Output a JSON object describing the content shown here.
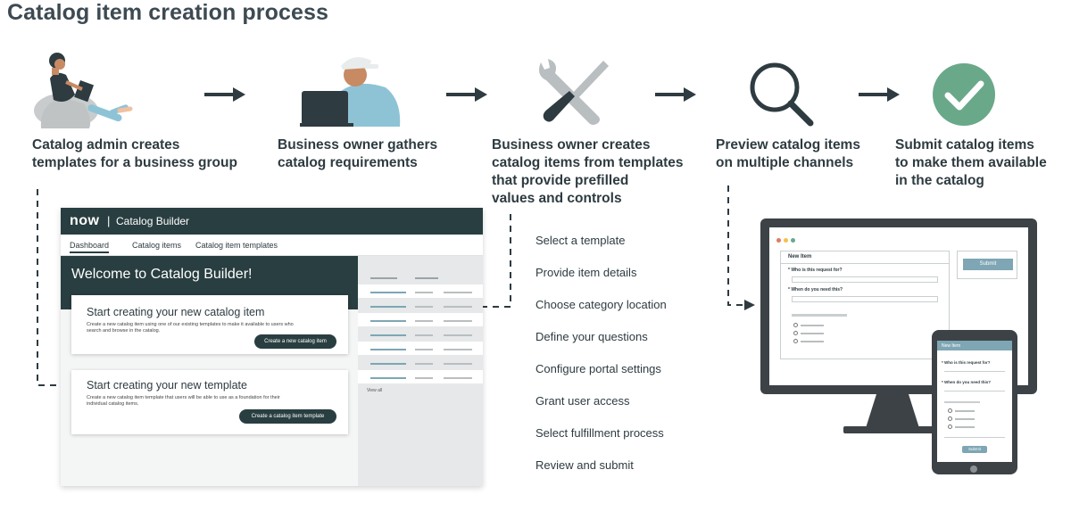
{
  "title": "Catalog item creation process",
  "colors": {
    "dark_teal": "#293e40",
    "accent_blue": "#7ea6b4",
    "check_green": "#6aa88a",
    "arrow": "#2e3b40"
  },
  "steps": [
    {
      "icon": "person-laptop-icon",
      "label_line1": "Catalog admin creates",
      "label_line2": "templates for a business group"
    },
    {
      "icon": "person-computer-icon",
      "label_line1": "Business owner gathers",
      "label_line2": "catalog requirements"
    },
    {
      "icon": "wrench-screwdriver-icon",
      "label_line1": "Business owner creates",
      "label_line2": "catalog items from templates",
      "label_line3": "that provide prefilled",
      "label_line4": "values and controls"
    },
    {
      "icon": "magnifier-icon",
      "label_line1": "Preview catalog items",
      "label_line2": "on multiple channels"
    },
    {
      "icon": "check-circle-icon",
      "label_line1": "Submit catalog items",
      "label_line2": "to make them available",
      "label_line3": "in the catalog"
    }
  ],
  "catalog_builder": {
    "logo": "now",
    "separator": "|",
    "app_name": "Catalog Builder",
    "tabs": [
      "Dashboard",
      "Catalog items",
      "Catalog item templates"
    ],
    "welcome": "Welcome to Catalog Builder!",
    "card1": {
      "title": "Start creating your new catalog item",
      "desc": "Create a new catalog item using one of our existing templates to make it available to users who search and browse in the catalog.",
      "button": "Create a new catalog item"
    },
    "card2": {
      "title": "Start creating your new template",
      "desc": "Create a new catalog item template that users will be able to use as a foundation for their individual catalog items.",
      "button": "Create a catalog item template"
    },
    "view_all": "View all"
  },
  "checklist": [
    "Select a template",
    "Provide item details",
    "Choose category location",
    "Define your questions",
    "Configure portal settings",
    "Grant user access",
    "Select fulfillment process",
    "Review and submit"
  ],
  "preview_form": {
    "title": "New Item",
    "q1": "* Who is this request for?",
    "q2": "* When do you need this?",
    "submit": "Submit"
  }
}
